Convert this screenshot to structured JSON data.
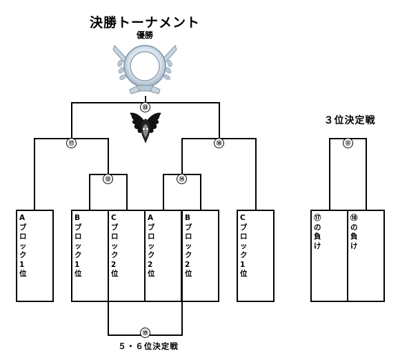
{
  "title": "決勝トーナメント",
  "champion_label": "優勝",
  "third_place_title": "３位決定戦",
  "fifth_place_title": "５・６位決定戦",
  "matches": {
    "m13": "⑬",
    "m14": "⑭",
    "m17": "⑰",
    "m18": "⑱",
    "m19": "⑲",
    "m21": "㉑",
    "m23": "㉓"
  },
  "teams": [
    "Aブロック1位",
    "Bブロック1位",
    "Cブロック2位",
    "Aブロック2位",
    "Bブロック2位",
    "Cブロック1位"
  ],
  "third_place_teams": [
    "⑰の負け",
    "⑱の負け"
  ]
}
